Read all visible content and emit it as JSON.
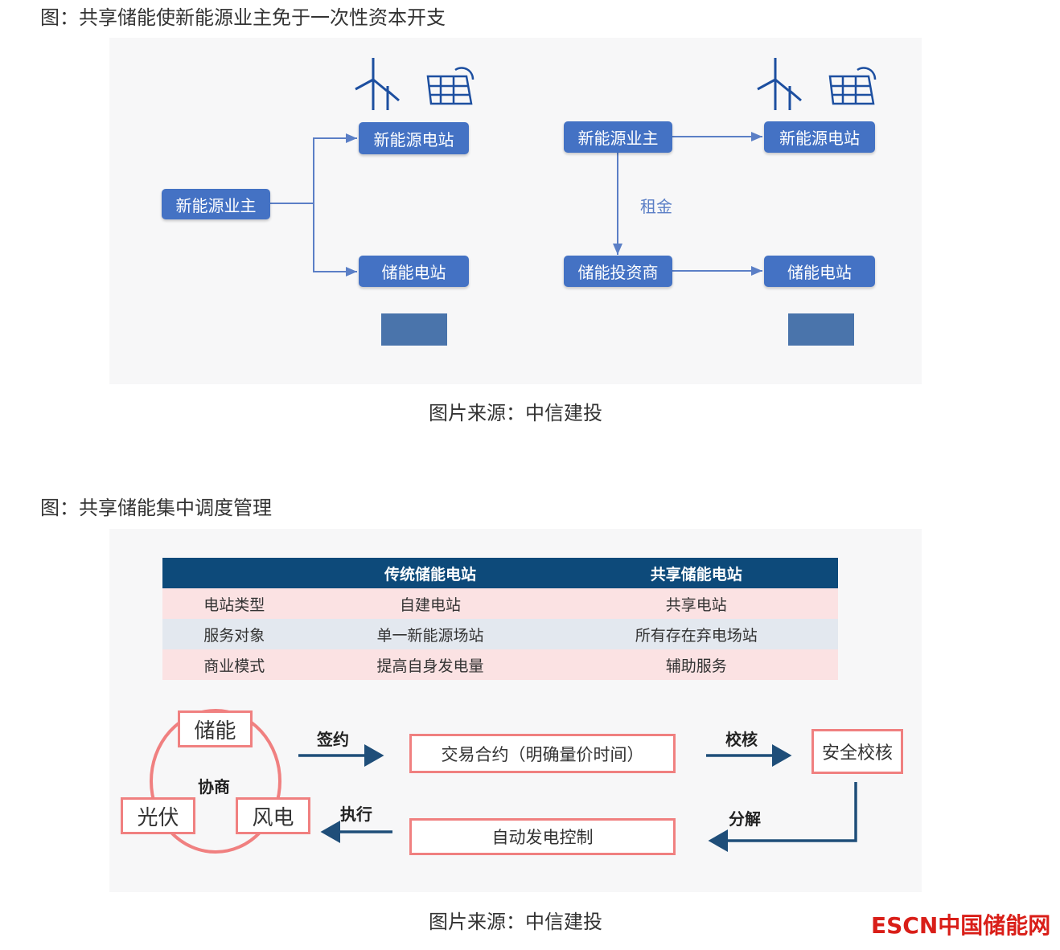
{
  "figure1": {
    "title": "图：共享储能使新能源业主免于一次性资本开支",
    "caption": "图片来源：中信建投",
    "left": {
      "owner": "新能源业主",
      "renewable_station": "新能源电站",
      "storage_station": "储能电站"
    },
    "right": {
      "owner": "新能源业主",
      "renewable_station": "新能源电站",
      "investor": "储能投资商",
      "storage_station": "储能电站",
      "rent_label": "租金"
    }
  },
  "figure2": {
    "title": "图：共享储能集中调度管理",
    "caption": "图片来源：中信建投",
    "table": {
      "headers": [
        "",
        "传统储能电站",
        "共享储能电站"
      ],
      "rows": [
        [
          "电站类型",
          "自建电站",
          "共享电站"
        ],
        [
          "服务对象",
          "单一新能源场站",
          "所有存在弃电场站"
        ],
        [
          "商业模式",
          "提高自身发电量",
          "辅助服务"
        ]
      ]
    },
    "flow": {
      "storage": "储能",
      "pv": "光伏",
      "wind": "风电",
      "negotiate": "协商",
      "sign": "签约",
      "contract": "交易合约（明确量价时间）",
      "verify": "校核",
      "safety_check": "安全校核",
      "decompose": "分解",
      "agc": "自动发电控制",
      "execute": "执行"
    }
  },
  "logo": "ESCN中国储能网",
  "colors": {
    "box_blue": "#4472c4",
    "header_navy": "#0d4a7a",
    "pink_border": "#f08080",
    "logo_red": "#d91e18"
  }
}
